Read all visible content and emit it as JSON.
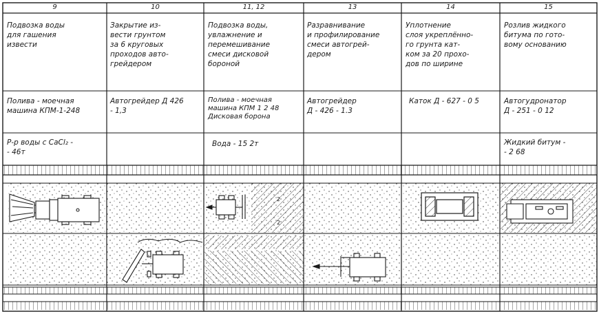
{
  "columns": [
    {
      "num": "9",
      "operation": "Подвозка воды\nдля гашения\nизвести",
      "machine": "Полива - моечная\nмашина КПМ-1-248",
      "material": "Р-р воды с CaCl₂ -\n- 46т"
    },
    {
      "num": "10",
      "operation": "Закрытие из-\nвести грунтом\nза 6 круговых\nпроходов авто-\nгрейдером",
      "machine": "Автогрейдер Д 426\n- 1,3",
      "material": ""
    },
    {
      "num": "11, 12",
      "operation": "Подвозка воды,\nувлажнение и\nперемешивание\nсмеси дисковой\nбороной",
      "machine": "Полива - моечная\nмашина КПМ 1 2 48\nДисковая борона",
      "material": "Вода - 15 2т"
    },
    {
      "num": "13",
      "operation": "Разравнивание\nи профилирование\nсмеси автогрей-\nдером",
      "machine": "Автогрейдер\nД - 426 - 1.3",
      "material": ""
    },
    {
      "num": "14",
      "operation": "Уплотнение\nслоя укреплённо-\nго грунта кат-\nком за 20 прохо-\nдов по ширине",
      "machine": "Каток Д - 627 - 0 5",
      "material": ""
    },
    {
      "num": "15",
      "operation": "Розлив жидкого\nбитума по гото-\nвому основанию",
      "machine": "Автогудронатор\nД - 251 - 0 12",
      "material": "Жидкий битум -\n- 2 68"
    }
  ]
}
